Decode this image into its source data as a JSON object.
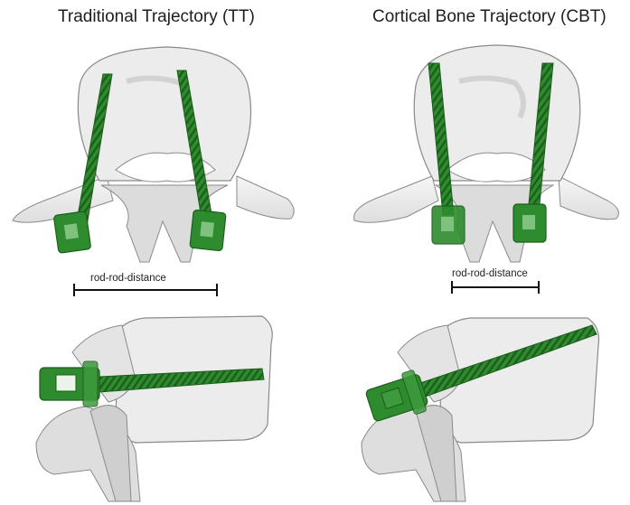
{
  "titles": {
    "tt": "Traditional Trajectory (TT)",
    "cbt": "Cortical Bone Trajectory (CBT)"
  },
  "measurement": {
    "tt_label": "rod-rod-distance",
    "cbt_label": "rod-rod-distance"
  },
  "colors": {
    "screw_green": "#2e8b2e",
    "screw_dark": "#1f6a1f",
    "bone_light": "#efefef",
    "bone_shadow": "#c8c8c8",
    "outline": "#8a8a8a"
  }
}
